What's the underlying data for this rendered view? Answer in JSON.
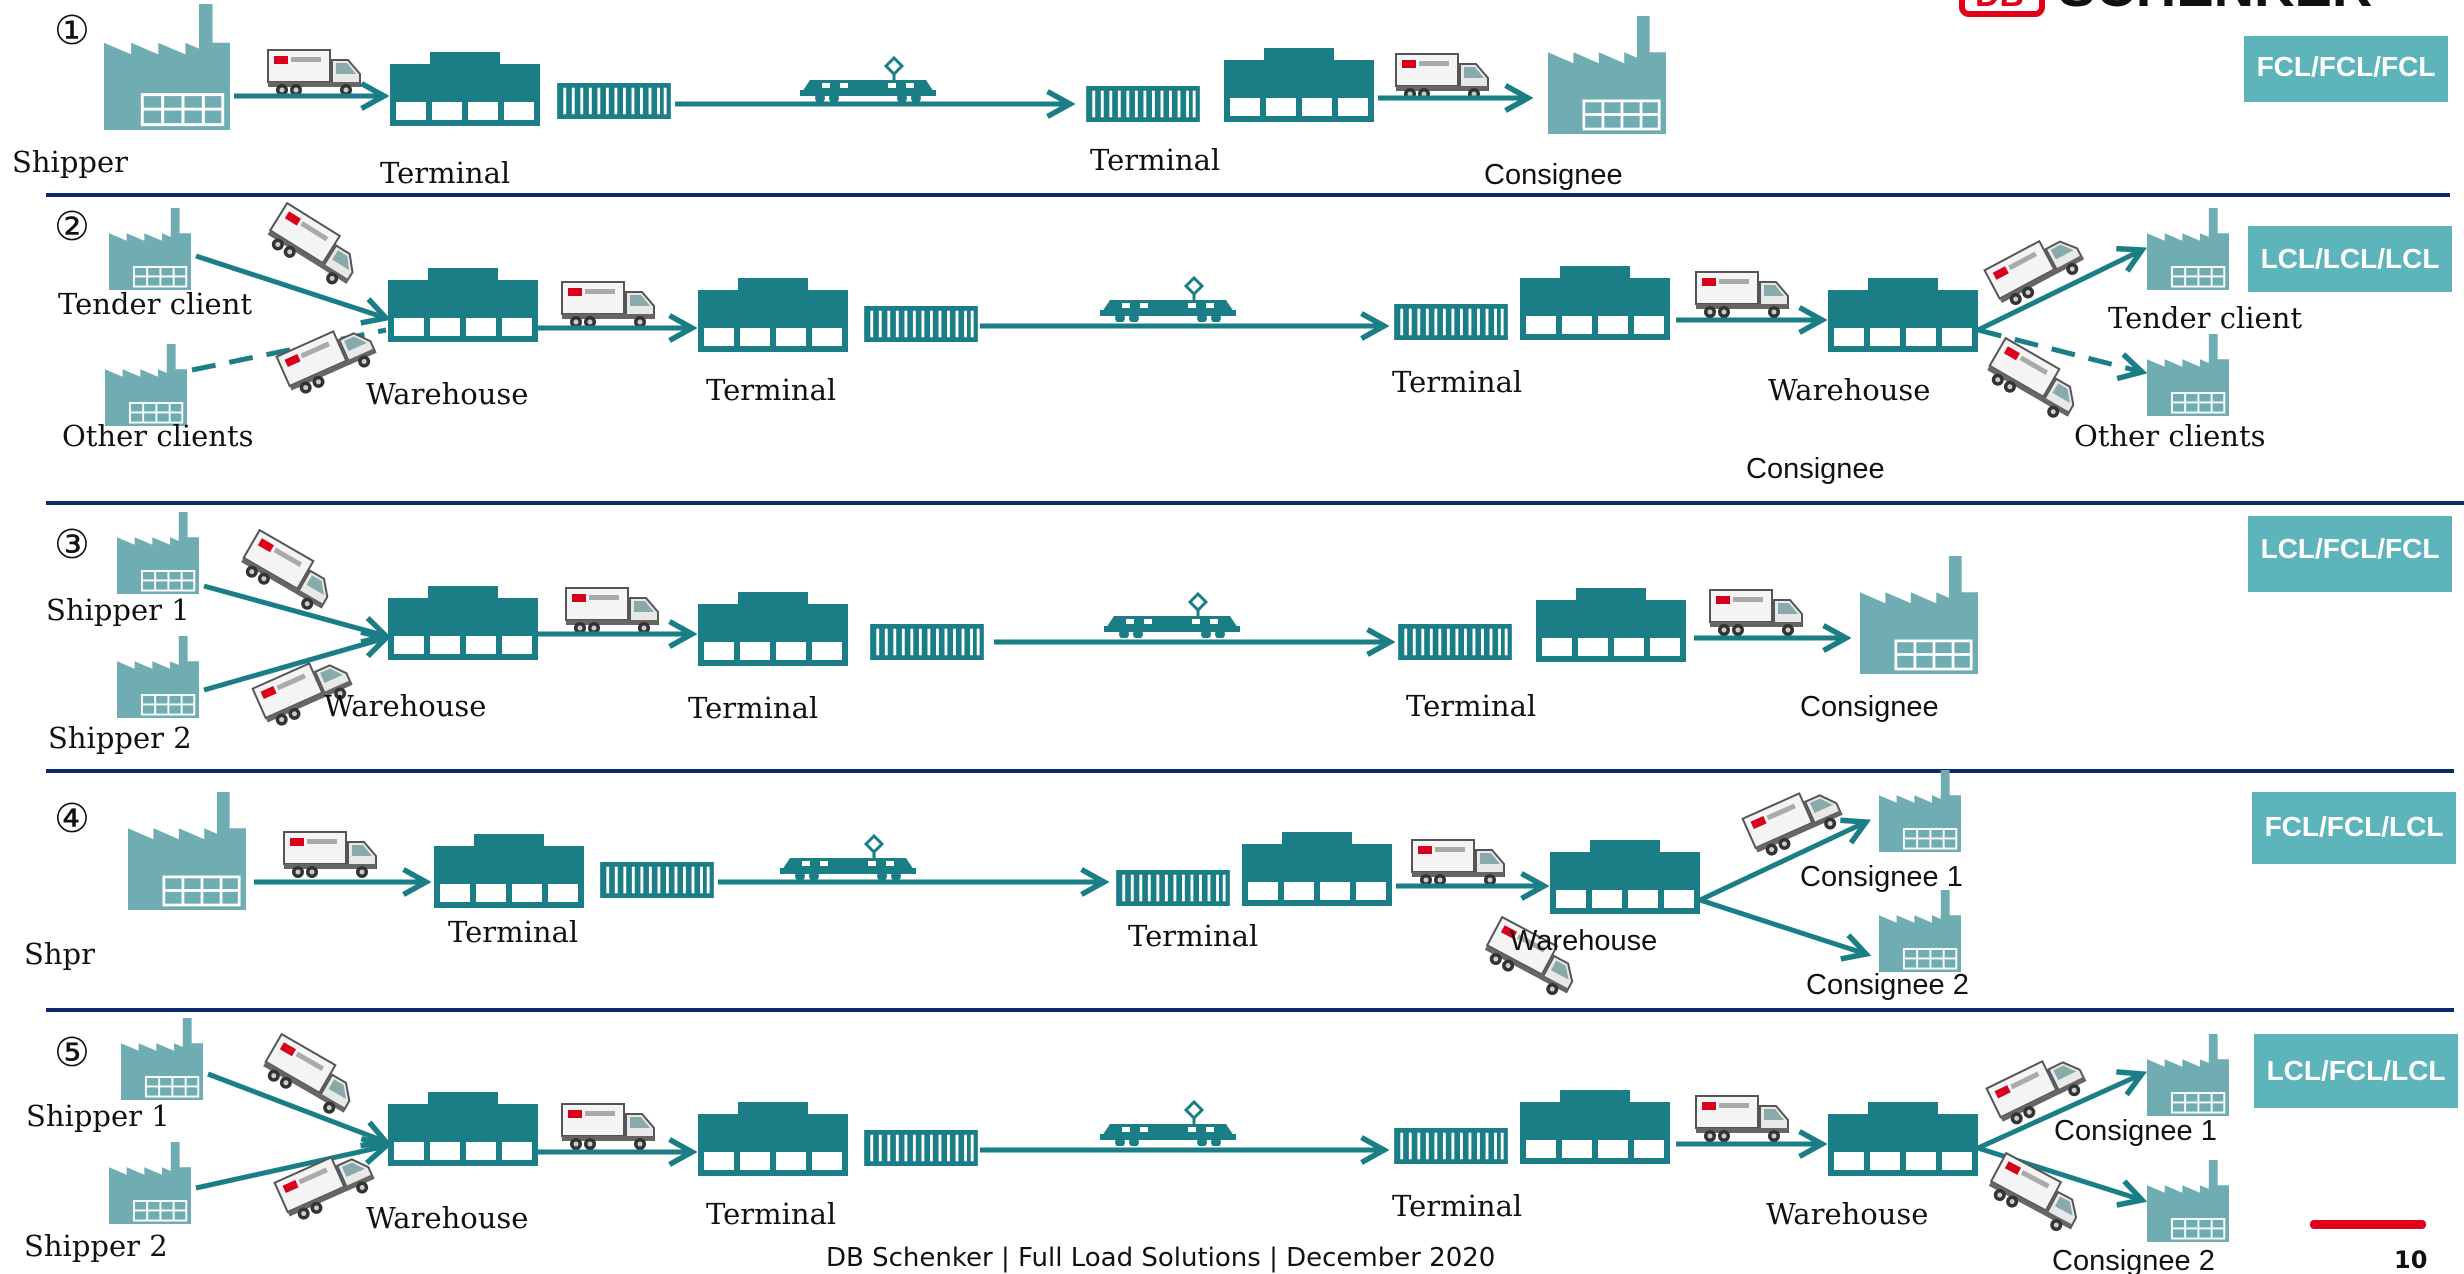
{
  "brand": {
    "logo_badge": "DB",
    "logo_text": "SCHENKER"
  },
  "footer": {
    "text": "DB Schenker | Full Load Solutions | December 2020",
    "page": "10"
  },
  "colors": {
    "teal": "#1b7e86",
    "factory": "#6fadb3",
    "badge": "#5eb4bb",
    "divider": "#0d2a6b",
    "red": "#e2001a"
  },
  "rows": [
    {
      "number": "①",
      "mode": "FCL/FCL/FCL",
      "labels": {
        "shipper": "Shipper",
        "terminal_origin": "Terminal",
        "terminal_dest": "Terminal",
        "consignee": "Consignee"
      }
    },
    {
      "number": "②",
      "mode": "LCL/LCL/LCL",
      "labels": {
        "tender_client_origin": "Tender client",
        "other_clients_origin": "Other clients",
        "warehouse_origin": "Warehouse",
        "terminal_origin": "Terminal",
        "terminal_dest": "Terminal",
        "warehouse_dest": "Warehouse",
        "tender_client_dest": "Tender client",
        "other_clients_dest": "Other clients",
        "consignee": "Consignee"
      }
    },
    {
      "number": "③",
      "mode": "LCL/FCL/FCL",
      "labels": {
        "shipper_1": "Shipper 1",
        "shipper_2": "Shipper 2",
        "warehouse_origin": "Warehouse",
        "terminal_origin": "Terminal",
        "terminal_dest": "Terminal",
        "consignee": "Consignee"
      }
    },
    {
      "number": "④",
      "mode": "FCL/FCL/LCL",
      "labels": {
        "shipper": "Shpr",
        "terminal_origin": "Terminal",
        "terminal_dest": "Terminal",
        "warehouse_dest": "Warehouse",
        "consignee_1": "Consignee 1",
        "consignee_2": "Consignee 2"
      }
    },
    {
      "number": "⑤",
      "mode": "LCL/FCL/LCL",
      "labels": {
        "shipper_1": "Shipper 1",
        "shipper_2": "Shipper 2",
        "warehouse_origin": "Warehouse",
        "terminal_origin": "Terminal",
        "terminal_dest": "Terminal",
        "warehouse_dest": "Warehouse",
        "consignee_1": "Consignee 1",
        "consignee_2": "Consignee 2"
      }
    }
  ]
}
